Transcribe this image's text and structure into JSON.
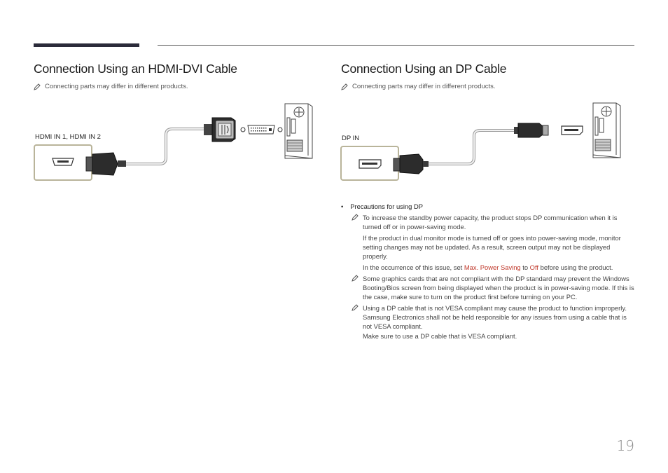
{
  "left": {
    "title": "Connection Using an HDMI-DVI Cable",
    "note": "Connecting parts may differ in different products.",
    "port_label": "HDMI IN 1, HDMI IN 2"
  },
  "right": {
    "title": "Connection Using an DP Cable",
    "note": "Connecting parts may differ in different products.",
    "port_label": "DP IN"
  },
  "precautions": {
    "heading": "Precautions for using DP",
    "note1_p1": "To increase the standby power capacity, the product stops DP communication when it is turned off or in power-saving mode.",
    "note1_p2": "If the product in dual monitor mode is turned off or goes into power-saving mode, monitor setting changes may not be updated. As a result, screen output may not be displayed properly.",
    "note1_p3_pre": "In the occurrence of this issue, set ",
    "note1_p3_hl1": "Max. Power Saving",
    "note1_p3_mid": " to ",
    "note1_p3_hl2": "Off",
    "note1_p3_post": " before using the product.",
    "note2": "Some graphics cards that are not compliant with the DP standard may prevent the Windows Booting/Bios screen from being displayed when the product is in power-saving mode. If this is the case, make sure to turn on the product first before turning on your PC.",
    "note3_p1": "Using a DP cable that is not VESA compliant may cause the product to function improperly. Samsung Electronics shall not be held responsible for any issues from using a cable that is not VESA compliant.",
    "note3_p2": "Make sure to use a DP cable that is VESA compliant."
  },
  "page_number": "19",
  "colors": {
    "highlight": "#c0392b",
    "port_border": "#b9b49a",
    "header_bar": "#2b2b3a"
  }
}
